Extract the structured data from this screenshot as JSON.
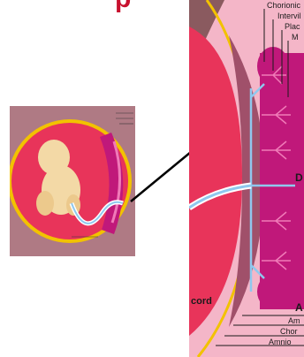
{
  "title_fragment": "p",
  "zoom_labels": {
    "chorionic": "Chorionic",
    "intervillous": "Intervil",
    "placenta": "Plac",
    "maternal": "M",
    "cord": "cord",
    "d_letter": "D",
    "a_letter": "A",
    "amnion_partial": "Am",
    "chorion": "Chor",
    "amnion": "Amnio"
  },
  "colors": {
    "uterus_wall": "#8a5a5f",
    "amniotic_fluid": "#e8345a",
    "chorion_ring": "#f2c200",
    "placenta": "#c0187a",
    "placenta_light": "#f07ab8",
    "fetus": "#f3d9a6",
    "vessels_blue": "#8fc8ee",
    "background_pink": "#f4b6c8"
  }
}
